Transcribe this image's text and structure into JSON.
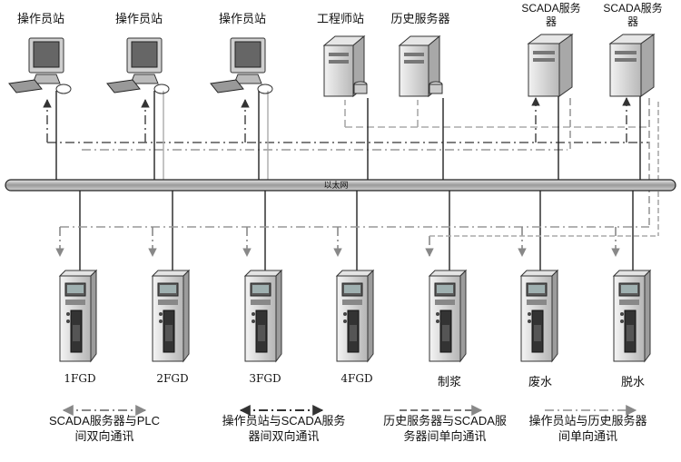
{
  "workstations": [
    {
      "label": "操作员站"
    },
    {
      "label": "操作员站"
    },
    {
      "label": "操作员站"
    }
  ],
  "servers": [
    {
      "label": "工程师站"
    },
    {
      "label": "历史服务器"
    }
  ],
  "scada_servers": [
    {
      "label": "SCADA服务器"
    },
    {
      "label": "SCADA服务器"
    }
  ],
  "bus": {
    "label": "以太网"
  },
  "plcs": [
    {
      "label": "1FGD"
    },
    {
      "label": "2FGD"
    },
    {
      "label": "3FGD"
    },
    {
      "label": "4FGD"
    },
    {
      "label": "制浆"
    },
    {
      "label": "废水"
    },
    {
      "label": "脱水"
    }
  ],
  "legend": [
    {
      "text": "SCADA服务器与PLC间双向通讯",
      "color": "#888888"
    },
    {
      "text": "操作员站与SCADA服务器间双向通讯",
      "color": "#333333"
    },
    {
      "text": "历史服务器与SCADA服务器间单向通讯",
      "color": "#777777"
    },
    {
      "text": "操作员站与历史服务器间单向通讯",
      "color": "#9a9a9a"
    }
  ]
}
